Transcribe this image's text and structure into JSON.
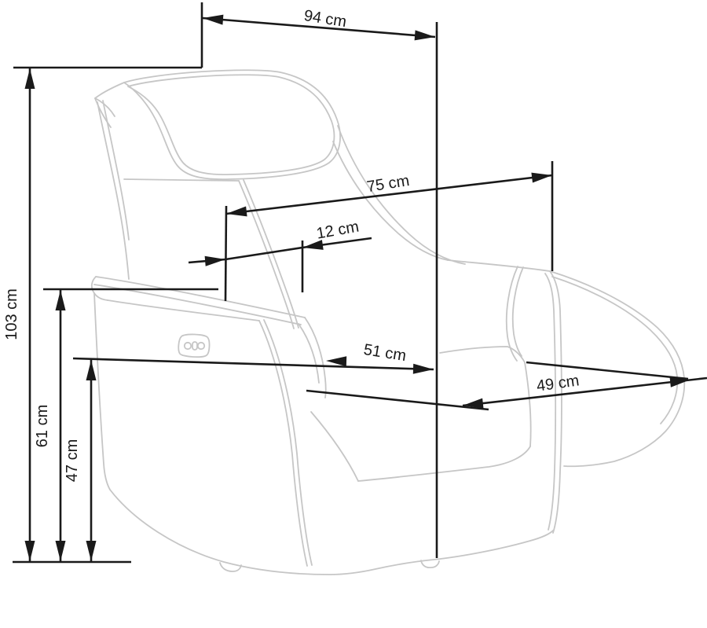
{
  "diagram": {
    "type": "furniture-dimension-drawing",
    "subject": "recliner-armchair",
    "unit": "cm",
    "background_color": "#ffffff",
    "dimension_line_color": "#1a1a1a",
    "chair_outline_color": "#c6c6c6"
  },
  "dims": {
    "total_width": {
      "value": 94,
      "unit": "cm",
      "text": "94 cm"
    },
    "total_height": {
      "value": 103,
      "unit": "cm",
      "text": "103 cm"
    },
    "backrest_width": {
      "value": 75,
      "unit": "cm",
      "text": "75 cm"
    },
    "headrest_inset": {
      "value": 12,
      "unit": "cm",
      "text": "12 cm"
    },
    "seat_width": {
      "value": 51,
      "unit": "cm",
      "text": "51 cm"
    },
    "seat_depth": {
      "value": 49,
      "unit": "cm",
      "text": "49 cm"
    },
    "armrest_height": {
      "value": 61,
      "unit": "cm",
      "text": "61 cm"
    },
    "seat_height": {
      "value": 47,
      "unit": "cm",
      "text": "47 cm"
    }
  }
}
